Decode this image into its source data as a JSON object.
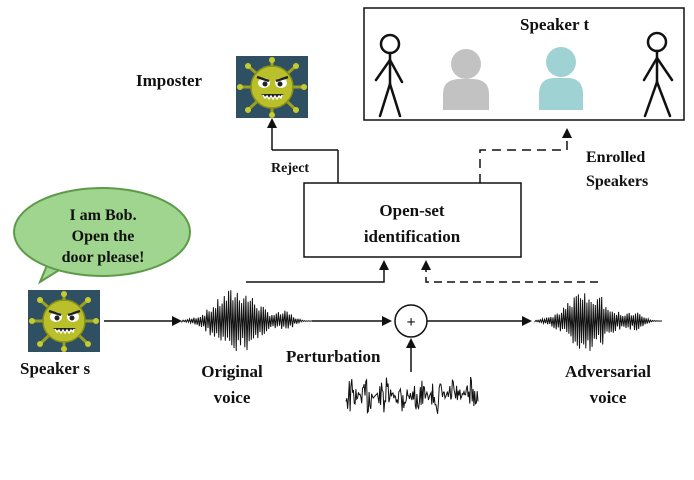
{
  "labels": {
    "imposter": "Imposter",
    "speaker_t": "Speaker t",
    "reject": "Reject",
    "enrolled_line1": "Enrolled",
    "enrolled_line2": "Speakers",
    "openset_line1": "Open-set",
    "openset_line2": "identification",
    "bubble_line1": "I am Bob.",
    "bubble_line2": "Open the",
    "bubble_line3": "door please!",
    "speaker_s": "Speaker s",
    "original_line1": "Original",
    "original_line2": "voice",
    "perturbation": "Perturbation",
    "plus": "+",
    "adversarial_line1": "Adversarial",
    "adversarial_line2": "voice"
  },
  "icons": {
    "imposter_avatar": "virus-monster-icon",
    "speaker_s_avatar": "virus-monster-icon",
    "enrolled_1": "stick-figure-icon",
    "enrolled_2": "person-silhouette-icon",
    "enrolled_3": "person-silhouette-icon",
    "enrolled_4": "stick-figure-icon"
  },
  "colors": {
    "bubble_fill": "#9fd58e",
    "bubble_stroke": "#5e9a4a",
    "avatar_bg": "#2f4f63",
    "monster": "#b9c02a",
    "silhouette_gray": "#c2c2c2",
    "silhouette_teal": "#9fd2d3"
  }
}
